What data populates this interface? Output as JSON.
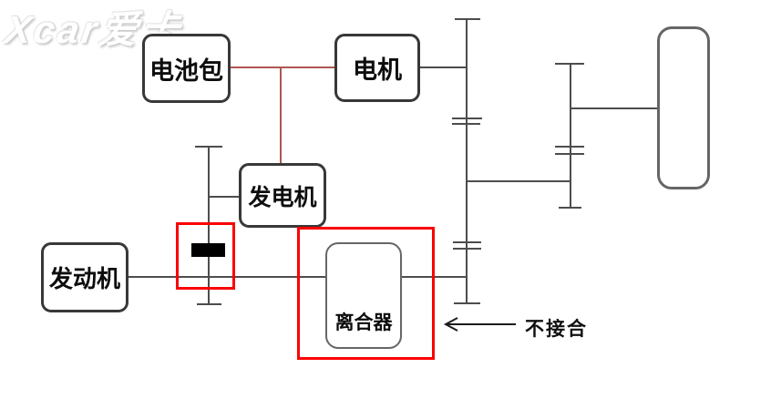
{
  "watermark": {
    "text": "Xcar爱卡"
  },
  "nodes": {
    "battery": {
      "label": "电池包"
    },
    "motor": {
      "label": "电机"
    },
    "generator": {
      "label": "发电机"
    },
    "engine": {
      "label": "发动机"
    },
    "clutch": {
      "label": "离合器"
    }
  },
  "annotation": {
    "text": "不接合"
  },
  "colors": {
    "electric_wire_red": "#b05552",
    "highlight_red": "#fb0000",
    "mechanical_line_gray": "#4d4d4d",
    "box_border_dark": "#383838",
    "box_border_light": "#666666",
    "lock_black": "#000000"
  },
  "connections": [
    {
      "from": "电池包",
      "to": "电机",
      "style": "red-electric"
    },
    {
      "from": "电池包",
      "to": "发电机",
      "style": "red-electric"
    },
    {
      "from": "电机",
      "to": "main-gear-shaft",
      "style": "mechanical"
    },
    {
      "from": "发电机",
      "to": "generator-shaft",
      "style": "mechanical"
    },
    {
      "from": "发动机",
      "to": "离合器",
      "style": "mechanical"
    },
    {
      "from": "离合器",
      "to": "main-gear-shaft",
      "style": "mechanical",
      "state": "不接合"
    },
    {
      "from": "main-gear-shaft",
      "to": "counter-shaft",
      "style": "mechanical"
    },
    {
      "from": "counter-shaft",
      "to": "final-drive-wheel",
      "style": "mechanical"
    }
  ],
  "highlights": [
    {
      "name": "generator-shaft-lock-highlight",
      "color": "#fb0000"
    },
    {
      "name": "clutch-highlight",
      "color": "#fb0000"
    }
  ]
}
